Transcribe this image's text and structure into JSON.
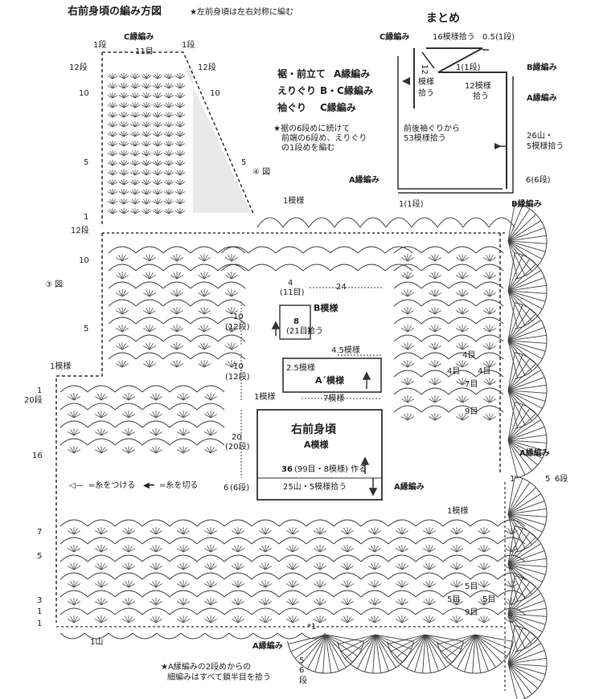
{
  "title": "右前身頃の編み方図",
  "title_note": "★左前身頃は左右対称に編む",
  "matome": {
    "heading": "まとめ",
    "c_edge": "C縁編み",
    "top_pickup": "16模様拾う",
    "half_row": "0.5",
    "half_row_unit": "(1段)",
    "one_row": "1(1段)",
    "b_edge": "B縁編み",
    "twelve_a": "12",
    "twelve_a_unit": "模様",
    "twelve_a_unit2": "拾う",
    "twelve_b": "12模様",
    "twelve_b2": "拾う",
    "a_edge_r": "A縁編み",
    "back_note1": "前後袖ぐりから",
    "back_note2": "53模様拾う",
    "side_26": "26山・",
    "side_5": "5模様拾う",
    "a_edge_l": "A縁編み",
    "six_row": "6(6段)",
    "bottom_1": "1(1段)"
  },
  "legend_list": [
    {
      "part": "裾・前立て",
      "edge": "A縁編み"
    },
    {
      "part": "えりぐり",
      "edge": "B・C縁編み"
    },
    {
      "part": "袖ぐり",
      "edge": "C縁編み"
    }
  ],
  "legend_note1": "★裾の6段めに続けて",
  "legend_note2": "前端の6段め、えりぐり",
  "legend_note3": "の1段めを編む",
  "strap": {
    "c_edge": "C縁編み",
    "row1_l": "1段",
    "row1_r": "1段",
    "stitches": "11目",
    "r12_l": "12段",
    "r12_r": "12段",
    "r10_l": "10",
    "r10_r": "10",
    "r5_l": "5",
    "r5_r": "5",
    "r1_l": "1",
    "fig4": "④ 図"
  },
  "body_left": {
    "r12": "12段",
    "r10": "10",
    "r5": "5",
    "one_motif": "1模様",
    "r1": "1",
    "r20": "20段",
    "r16": "16",
    "fig3": "③ 図",
    "r7": "7",
    "r5b": "5",
    "r3": "3",
    "r1b": "1",
    "r1c": "1",
    "one_peak": "1山"
  },
  "body_center": {
    "one_motif_top": "1模様",
    "b_edge": "B縁編み",
    "n4": "4",
    "n4u": "(11目)",
    "n24": "24",
    "v10a": "10",
    "v10au": "(12段)",
    "b_pattern": "B模様",
    "n8": "8",
    "n8u": "(21目)",
    "pick": "拾う",
    "v10b": "10",
    "v10bu": "(12段)",
    "n45": "4.5模様",
    "n25": "2.5模様",
    "a_prime": "A´模様",
    "one_motif": "1模様",
    "seven": "7模様",
    "v20": "20",
    "v20u": "(20段)",
    "v6": "6",
    "v6u": "(6段)",
    "main_title": "右前身頃",
    "main_sub": "A模様",
    "n36": "36",
    "n36u": "(99目・8模様) 作る",
    "pickup25": "25山・5模様拾う",
    "a_edge": "A縁編み"
  },
  "legend_sym": {
    "attach": "=糸をつける",
    "cut": "=糸を切る"
  },
  "right_side": {
    "r4a": "4目",
    "r4b": "4目",
    "r4c": "4目",
    "r7": "7目",
    "r9": "9目",
    "a_edge": "A縁編み",
    "c1": "1",
    "c5": "5",
    "c6": "6段",
    "one_motif": "1模様",
    "r5a": "5目",
    "r5b": "5目",
    "r5c": "5目",
    "r9b": "9目"
  },
  "bottom": {
    "a_edge": "A縁編み",
    "star1": "*1",
    "r5": "5",
    "r6": "6",
    "r6u": "段",
    "note1": "★A縁編みの2段めからの",
    "note2": "細編みはすべて鎖半目を拾う"
  }
}
